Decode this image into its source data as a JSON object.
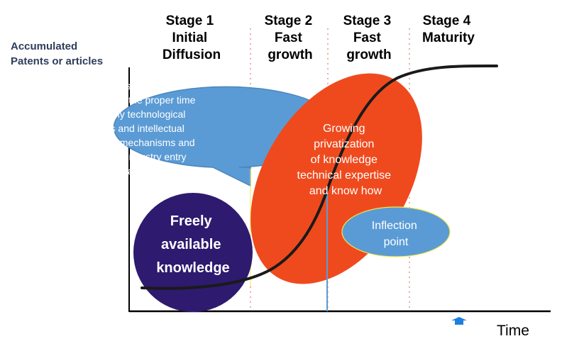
{
  "colors": {
    "bubble_blue": "#5b9bd5",
    "bubble_stroke": "#4a86bd",
    "orange_red": "#ef4a1e",
    "dark_purple": "#2e1a6e",
    "curve": "#1a1a1a",
    "axis": "#000000",
    "divider": "#e05a5a",
    "arrow_blue": "#1e7fe0",
    "y_title": "#2f3e5c"
  },
  "y_axis_title": [
    "Accumulated",
    "Patents  or articles"
  ],
  "x_axis_title": "Time",
  "stages": [
    {
      "lines": [
        "Stage 1",
        "Initial",
        "Diffusion"
      ]
    },
    {
      "lines": [
        "Stage 2",
        "Fast",
        "growth"
      ]
    },
    {
      "lines": [
        "Stage 3",
        "Fast",
        "growth"
      ]
    },
    {
      "lines": [
        "Stage 4",
        "Maturity"
      ]
    }
  ],
  "callout": {
    "lines": [
      "Possibility of:",
      "Determine  the proper time",
      "to apply technological",
      "rights and intellectual",
      "property mechanisms and",
      "build up industry  entry",
      "barriers"
    ]
  },
  "privatization": {
    "lines": [
      "Growing",
      "privatization",
      "of knowledge",
      "technical expertise",
      "and know how"
    ]
  },
  "freely": {
    "lines": [
      "Freely",
      "available",
      "knowledge"
    ]
  },
  "inflection": {
    "lines": [
      "Inflection",
      "point"
    ]
  },
  "icons": {
    "time_marker": "up-arrow-icon"
  }
}
